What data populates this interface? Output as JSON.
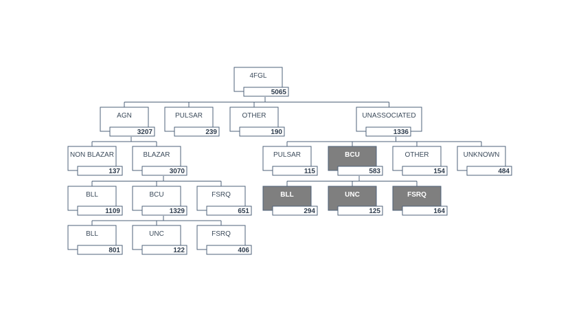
{
  "colors": {
    "border": "#4e6178",
    "line": "#4e6178",
    "box_fill": "#ffffff",
    "dark_fill": "#7f7f7f",
    "dark_text": "#ffffff",
    "label_text": "#3b4a5a",
    "count_text": "#2f3d4e"
  },
  "nodes": [
    {
      "id": "root",
      "label": "4FGL",
      "count": "5065",
      "dark": false
    },
    {
      "id": "agn",
      "label": "AGN",
      "count": "3207",
      "dark": false
    },
    {
      "id": "pulsar",
      "label": "PULSAR",
      "count": "239",
      "dark": false
    },
    {
      "id": "other",
      "label": "OTHER",
      "count": "190",
      "dark": false
    },
    {
      "id": "unassociated",
      "label": "UNASSOCIATED",
      "count": "1336",
      "dark": false
    },
    {
      "id": "non-blazar",
      "label": "NON BLAZAR",
      "count": "137",
      "dark": false
    },
    {
      "id": "blazar",
      "label": "BLAZAR",
      "count": "3070",
      "dark": false
    },
    {
      "id": "unassoc-pulsar",
      "label": "PULSAR",
      "count": "115",
      "dark": false
    },
    {
      "id": "unassoc-bcu",
      "label": "BCU",
      "count": "583",
      "dark": true
    },
    {
      "id": "unassoc-other",
      "label": "OTHER",
      "count": "154",
      "dark": false
    },
    {
      "id": "unassoc-unknown",
      "label": "UNKNOWN",
      "count": "484",
      "dark": false
    },
    {
      "id": "blazar-bll",
      "label": "BLL",
      "count": "1109",
      "dark": false
    },
    {
      "id": "blazar-bcu",
      "label": "BCU",
      "count": "1329",
      "dark": false
    },
    {
      "id": "blazar-fsrq",
      "label": "FSRQ",
      "count": "651",
      "dark": false
    },
    {
      "id": "unassoc-bcu-bll",
      "label": "BLL",
      "count": "294",
      "dark": true
    },
    {
      "id": "unassoc-bcu-unc",
      "label": "UNC",
      "count": "125",
      "dark": true
    },
    {
      "id": "unassoc-bcu-fsrq",
      "label": "FSRQ",
      "count": "164",
      "dark": true
    },
    {
      "id": "bcu-bll",
      "label": "BLL",
      "count": "801",
      "dark": false
    },
    {
      "id": "bcu-unc",
      "label": "UNC",
      "count": "122",
      "dark": false
    },
    {
      "id": "bcu-fsrq",
      "label": "FSRQ",
      "count": "406",
      "dark": false
    }
  ],
  "edges": [
    {
      "from": "root",
      "to": [
        "agn",
        "pulsar",
        "other",
        "unassociated"
      ]
    },
    {
      "from": "agn",
      "to": [
        "non-blazar",
        "blazar"
      ]
    },
    {
      "from": "unassociated",
      "to": [
        "unassoc-pulsar",
        "unassoc-bcu",
        "unassoc-other",
        "unassoc-unknown"
      ]
    },
    {
      "from": "blazar",
      "to": [
        "blazar-bll",
        "blazar-bcu",
        "blazar-fsrq"
      ]
    },
    {
      "from": "unassoc-bcu",
      "to": [
        "unassoc-bcu-bll",
        "unassoc-bcu-unc",
        "unassoc-bcu-fsrq"
      ]
    },
    {
      "from": "blazar-bcu",
      "to": [
        "bcu-bll",
        "bcu-unc",
        "bcu-fsrq"
      ]
    }
  ]
}
